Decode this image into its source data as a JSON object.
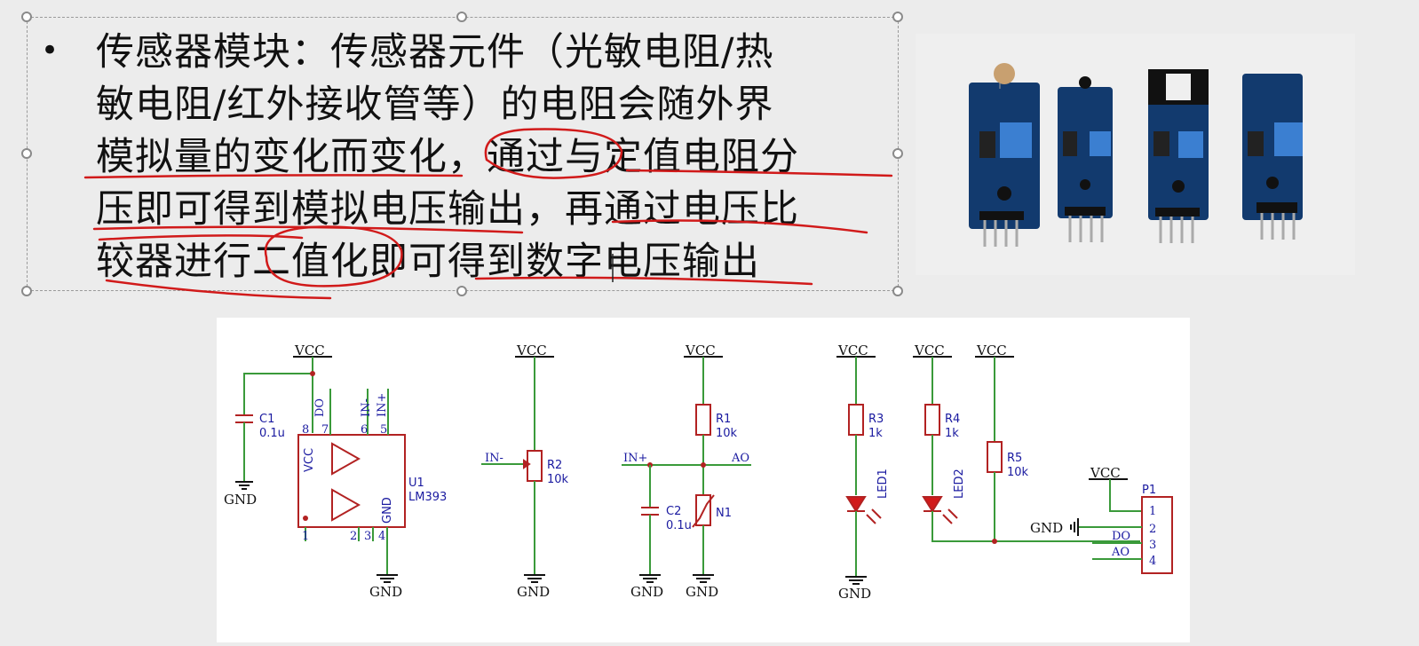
{
  "slide": {
    "bullet": "•",
    "paragraph": "传感器模块：传感器元件（光敏电阻/热\n敏电阻/红外接收管等）的电阻会随外界\n模拟量的变化而变化，通过与定值电阻分\n压即可得到模拟电压输出，再通过电压比\n较器进行二值化即可得到数字电压输出"
  },
  "schematic": {
    "vcc": "VCC",
    "gnd": "GND",
    "c1": {
      "ref": "C1",
      "value": "0.1u"
    },
    "u1": {
      "ref": "U1",
      "part": "LM393",
      "vcc_pin": "VCC",
      "gnd_pin": "GND"
    },
    "u1_pins": {
      "p8": "8",
      "p7": "7",
      "p6": "6",
      "p5": "5",
      "p1": "1",
      "p2": "2",
      "p3": "3",
      "p4": "4"
    },
    "u1_nets": {
      "do": "DO",
      "in_minus": "IN-",
      "in_plus": "IN+"
    },
    "r2": {
      "ref": "R2",
      "value": "10k",
      "net": "IN-"
    },
    "r1": {
      "ref": "R1",
      "value": "10k",
      "net_in": "IN+",
      "net_ao": "AO"
    },
    "c2": {
      "ref": "C2",
      "value": "0.1u"
    },
    "n1": {
      "ref": "N1"
    },
    "r3": {
      "ref": "R3",
      "value": "1k"
    },
    "r4": {
      "ref": "R4",
      "value": "1k"
    },
    "r5": {
      "ref": "R5",
      "value": "10k"
    },
    "led1": "LED1",
    "led2": "LED2",
    "p1": {
      "ref": "P1",
      "pins": [
        "1",
        "2",
        "3",
        "4"
      ],
      "do": "DO",
      "ao": "AO"
    }
  },
  "colors": {
    "ink": "#d11a1a",
    "wire": "#3a9a3a",
    "part": "#b22222",
    "net": "#1a1aa0"
  }
}
